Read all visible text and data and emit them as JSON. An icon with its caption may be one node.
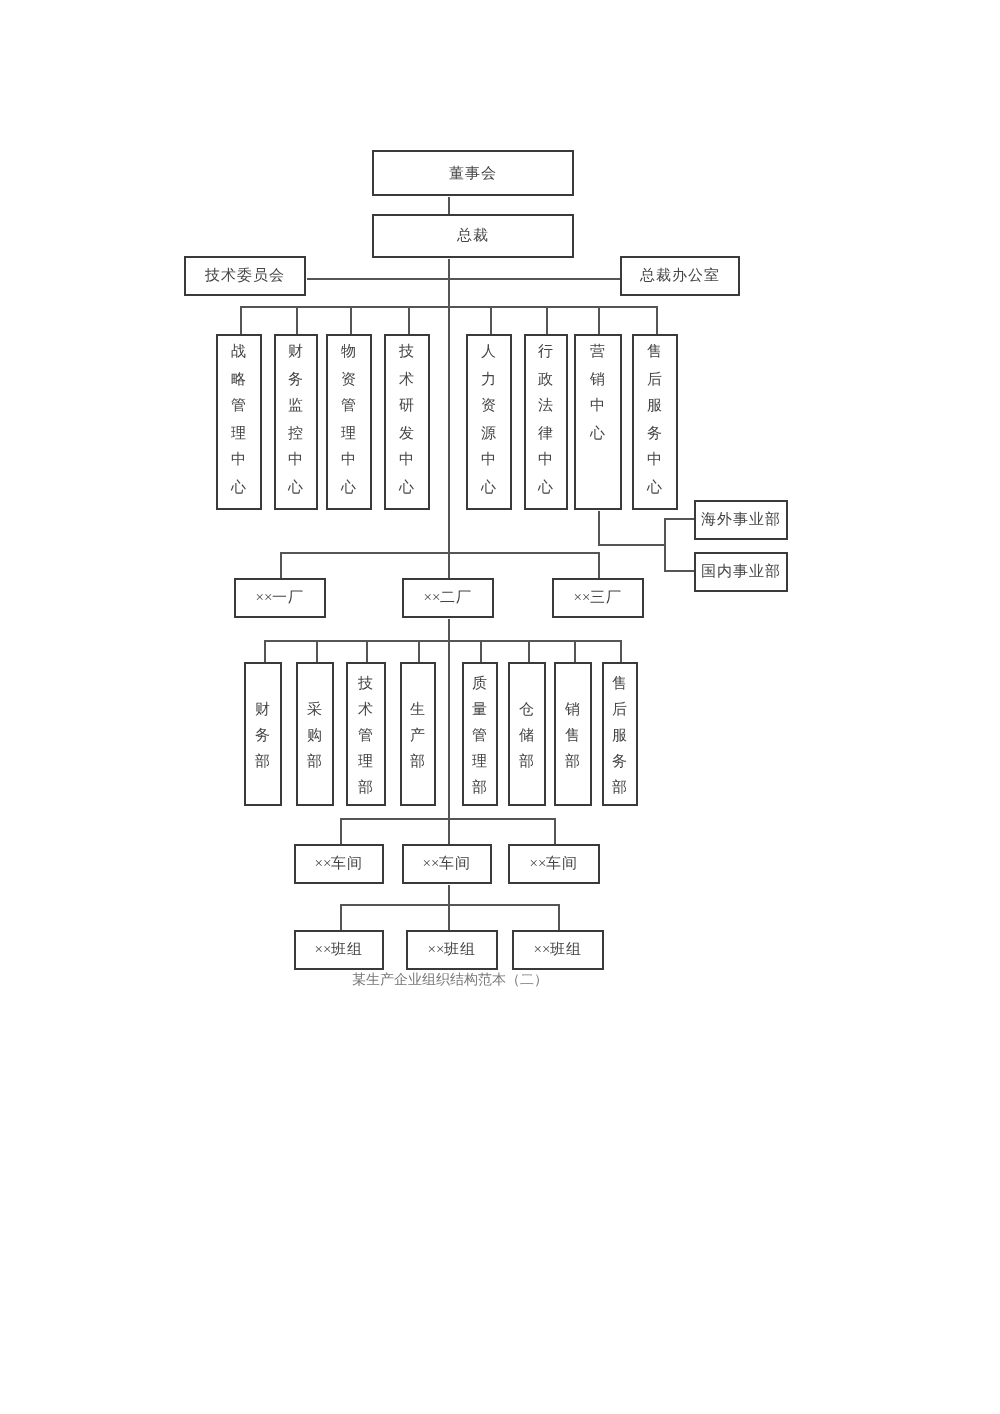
{
  "diagram": {
    "caption": "某生产企业组织结构范本（二）",
    "nodes": [
      {
        "text": [
          "董事会"
        ]
      },
      {
        "text": [
          "总裁"
        ]
      },
      {
        "text": [
          "技术委员会"
        ]
      },
      {
        "text": [
          "总裁办公室"
        ]
      },
      {
        "text": [
          "战略管理中心"
        ]
      },
      {
        "text": [
          "财务监控中心"
        ]
      },
      {
        "text": [
          "物资管理中心"
        ]
      },
      {
        "text": [
          "技术研发中心"
        ]
      },
      {
        "text": [
          "人力资源中心"
        ]
      },
      {
        "text": [
          "行政法律中心"
        ]
      },
      {
        "text": [
          "营销中心"
        ]
      },
      {
        "text": [
          "售后服务中心"
        ]
      },
      {
        "text": [
          "海外事业部"
        ]
      },
      {
        "text": [
          "国内事业部"
        ]
      },
      {
        "text": [
          "××一厂"
        ]
      },
      {
        "text": [
          "××二厂"
        ]
      },
      {
        "text": [
          "××三厂"
        ]
      },
      {
        "text": [
          "财务部"
        ]
      },
      {
        "text": [
          "采购部"
        ]
      },
      {
        "text": [
          "技术管理部"
        ]
      },
      {
        "text": [
          "生产部"
        ]
      },
      {
        "text": [
          "质量管理部"
        ]
      },
      {
        "text": [
          "仓储部"
        ]
      },
      {
        "text": [
          "销售部"
        ]
      },
      {
        "text": [
          "售后服务部"
        ]
      },
      {
        "text": [
          "××车间"
        ]
      },
      {
        "text": [
          "××车间"
        ]
      },
      {
        "text": [
          "××车间"
        ]
      },
      {
        "text": [
          "××班组"
        ]
      },
      {
        "text": [
          "××班组"
        ]
      },
      {
        "text": [
          "××班组"
        ]
      }
    ],
    "edges": [
      {
        "from": 0,
        "to": 1,
        "arrow": "none"
      },
      {
        "from": 1,
        "to": 2,
        "arrow": "none"
      },
      {
        "from": 1,
        "to": 3,
        "arrow": "none"
      },
      {
        "from": 1,
        "to": 4,
        "arrow": "none"
      },
      {
        "from": 1,
        "to": 5,
        "arrow": "none"
      },
      {
        "from": 1,
        "to": 6,
        "arrow": "none"
      },
      {
        "from": 1,
        "to": 7,
        "arrow": "none"
      },
      {
        "from": 1,
        "to": 8,
        "arrow": "none"
      },
      {
        "from": 1,
        "to": 9,
        "arrow": "none"
      },
      {
        "from": 1,
        "to": 10,
        "arrow": "none"
      },
      {
        "from": 1,
        "to": 11,
        "arrow": "none"
      },
      {
        "from": 10,
        "to": 12,
        "arrow": "none"
      },
      {
        "from": 10,
        "to": 13,
        "arrow": "none"
      },
      {
        "from": 1,
        "to": 14,
        "arrow": "none"
      },
      {
        "from": 1,
        "to": 15,
        "arrow": "none"
      },
      {
        "from": 1,
        "to": 16,
        "arrow": "none"
      },
      {
        "from": 15,
        "to": 17,
        "arrow": "none"
      },
      {
        "from": 15,
        "to": 18,
        "arrow": "none"
      },
      {
        "from": 15,
        "to": 19,
        "arrow": "none"
      },
      {
        "from": 15,
        "to": 20,
        "arrow": "none"
      },
      {
        "from": 15,
        "to": 21,
        "arrow": "none"
      },
      {
        "from": 15,
        "to": 22,
        "arrow": "none"
      },
      {
        "from": 15,
        "to": 23,
        "arrow": "none"
      },
      {
        "from": 15,
        "to": 24,
        "arrow": "none"
      },
      {
        "from": 15,
        "to": 25,
        "arrow": "none"
      },
      {
        "from": 15,
        "to": 26,
        "arrow": "none"
      },
      {
        "from": 15,
        "to": 27,
        "arrow": "none"
      },
      {
        "from": 26,
        "to": 28,
        "arrow": "none"
      },
      {
        "from": 26,
        "to": 29,
        "arrow": "none"
      },
      {
        "from": 26,
        "to": 30,
        "arrow": "none"
      }
    ]
  }
}
